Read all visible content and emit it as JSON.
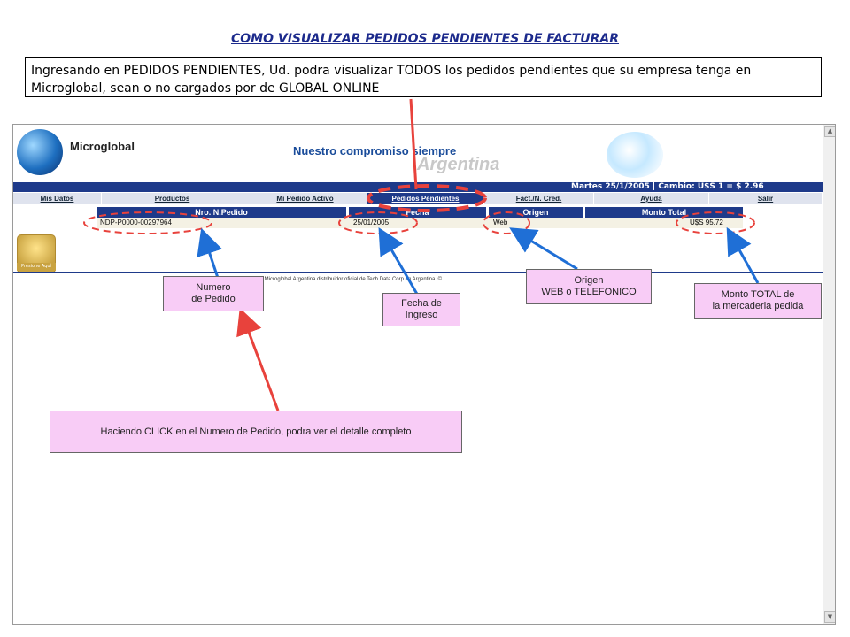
{
  "slide": {
    "title": "COMO VISUALIZAR PEDIDOS PENDIENTES DE FACTURAR",
    "intro": "Ingresando en PEDIDOS PENDIENTES, Ud. podra visualizar TODOS los pedidos pendientes que su empresa tenga en Microglobal, sean o no cargados por de GLOBAL ONLINE"
  },
  "site": {
    "brand": "Microglobal",
    "slogan": "Nuestro compromiso siempre",
    "slogan_country": "Argentina",
    "status": "Martes 25/1/2005  |  Cambio: U$S 1 = $ 2.96",
    "menu": [
      "Mis Datos",
      "Productos",
      "Mi Pedido Activo",
      "Pedidos Pendientes",
      "Fact./N. Cred.",
      "Ayuda",
      "Salir"
    ],
    "active_menu": "Pedidos Pendientes",
    "table": {
      "headers": [
        "Nro. N.Pedido",
        "Fecha",
        "Origen",
        "Monto Total"
      ],
      "row": {
        "pedido": "NDP-P0000-00297964",
        "fecha": "25/01/2005",
        "origen": "Web",
        "monto": "U$S 95.72"
      }
    },
    "seal_text": "Presione Aquí",
    "footer": "- Microglobal Argentina distribuidor oficial de Tech Data Corp en Argentina. ©"
  },
  "callouts": {
    "numero": "Numero\nde Pedido",
    "fecha": "Fecha de\nIngreso",
    "origen": "Origen\nWEB o TELEFONICO",
    "monto": "Monto TOTAL de\nla mercaderia pedida",
    "click": "Haciendo CLICK en el Numero de Pedido, podra ver el detalle completo"
  },
  "colors": {
    "annotation_red": "#e8423c",
    "annotation_blue": "#1f6fd6",
    "callout_bg": "#f8ccf6",
    "nav_blue": "#1e3a8a"
  }
}
